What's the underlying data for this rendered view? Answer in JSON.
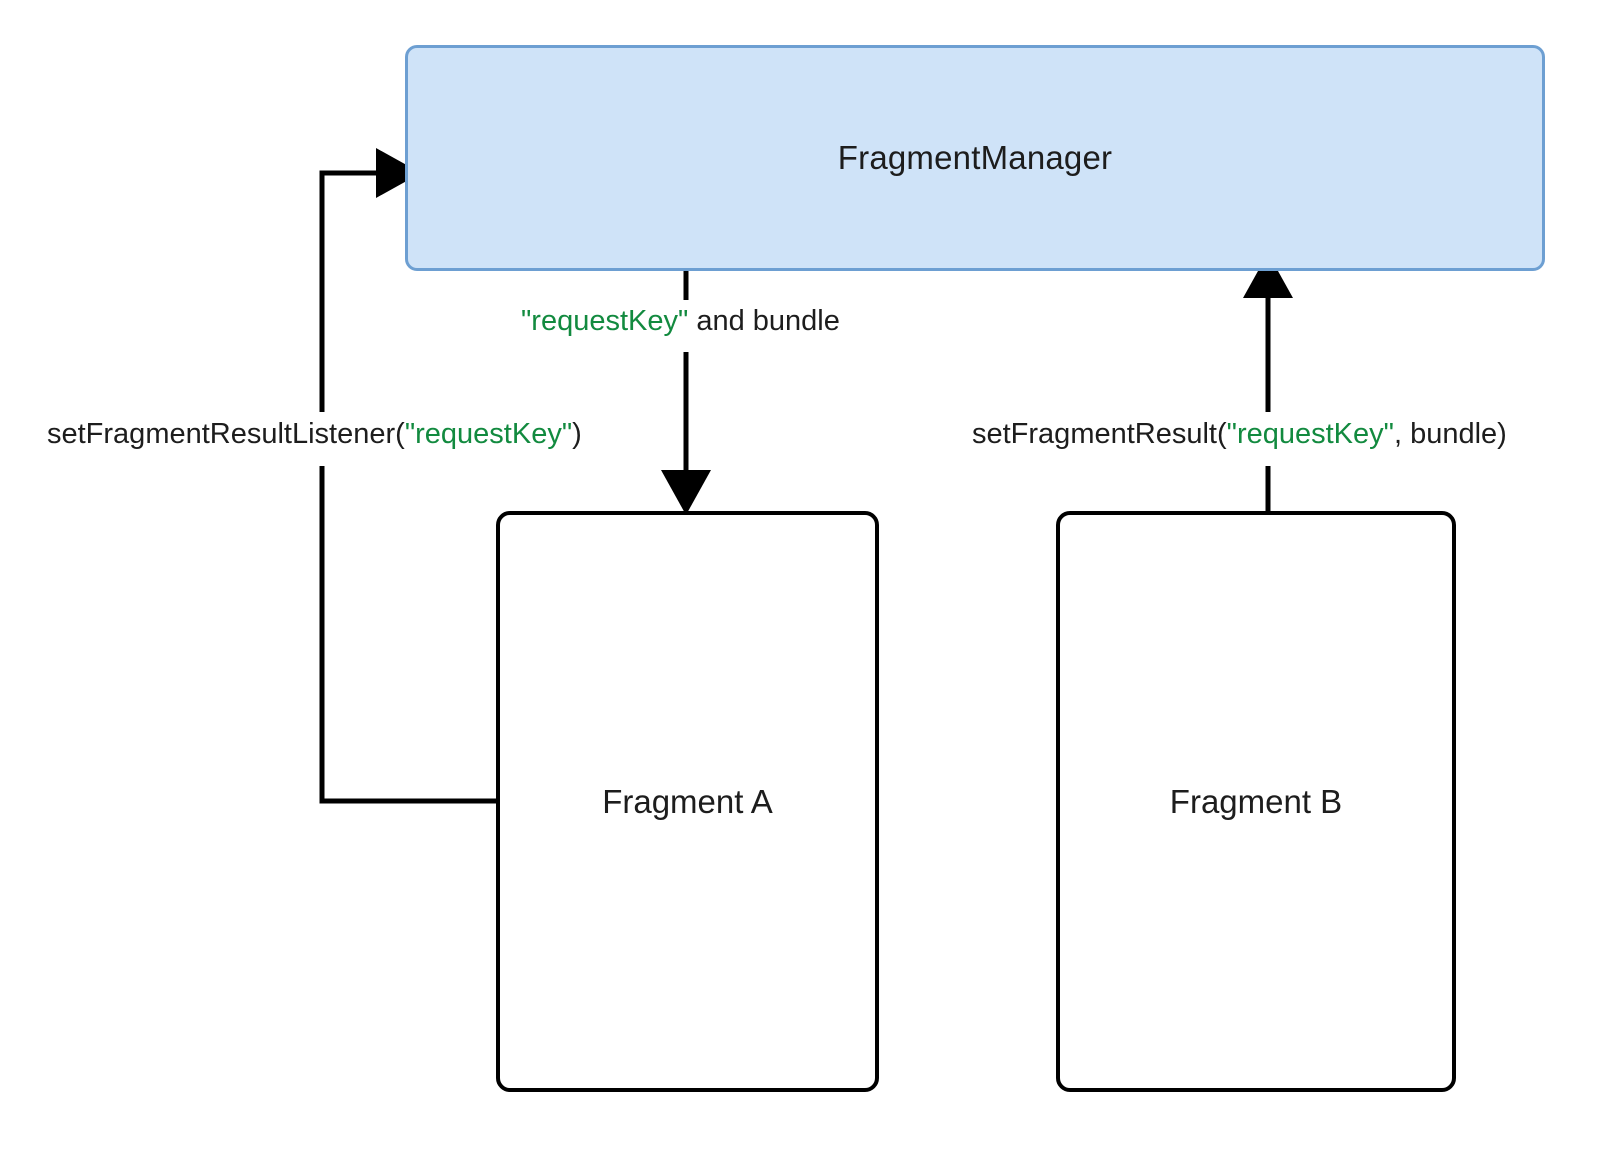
{
  "diagram": {
    "title": "Fragment Result API flow",
    "background": "#ffffff",
    "accent_blue_fill": "#cfe3f8",
    "accent_blue_border": "#6d9fd2",
    "key_text_color": "#128a3f",
    "text_color": "#1d1d1d",
    "line_color": "#000000"
  },
  "nodes": {
    "manager": {
      "label": "FragmentManager"
    },
    "fragment_a": {
      "label": "Fragment A"
    },
    "fragment_b": {
      "label": "Fragment B"
    }
  },
  "edges": {
    "manager_to_a": {
      "prefix": "",
      "key": "\"requestKey\"",
      "suffix": " and bundle",
      "full": "\"requestKey\" and bundle"
    },
    "a_to_manager": {
      "prefix": "setFragmentResultListener(",
      "key": "\"requestKey\"",
      "suffix": ")",
      "full": "setFragmentResultListener(\"requestKey\")"
    },
    "b_to_manager": {
      "prefix": "setFragmentResult(",
      "key": "\"requestKey\"",
      "suffix": ", bundle)",
      "full": "setFragmentResult(\"requestKey\", bundle)"
    }
  }
}
